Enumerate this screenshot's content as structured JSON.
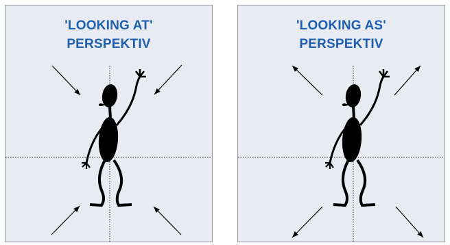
{
  "colors": {
    "background": "#e8ebf1",
    "border": "#8d939e",
    "title": "#1e5fb0",
    "figure": "#000000"
  },
  "panels": [
    {
      "title_line1": "'LOOKING AT'",
      "title_line2": "PERSPEKTIV",
      "arrow_direction": "inward"
    },
    {
      "title_line1": "'LOOKING AS'",
      "title_line2": "PERSPEKTIV",
      "arrow_direction": "outward"
    }
  ]
}
